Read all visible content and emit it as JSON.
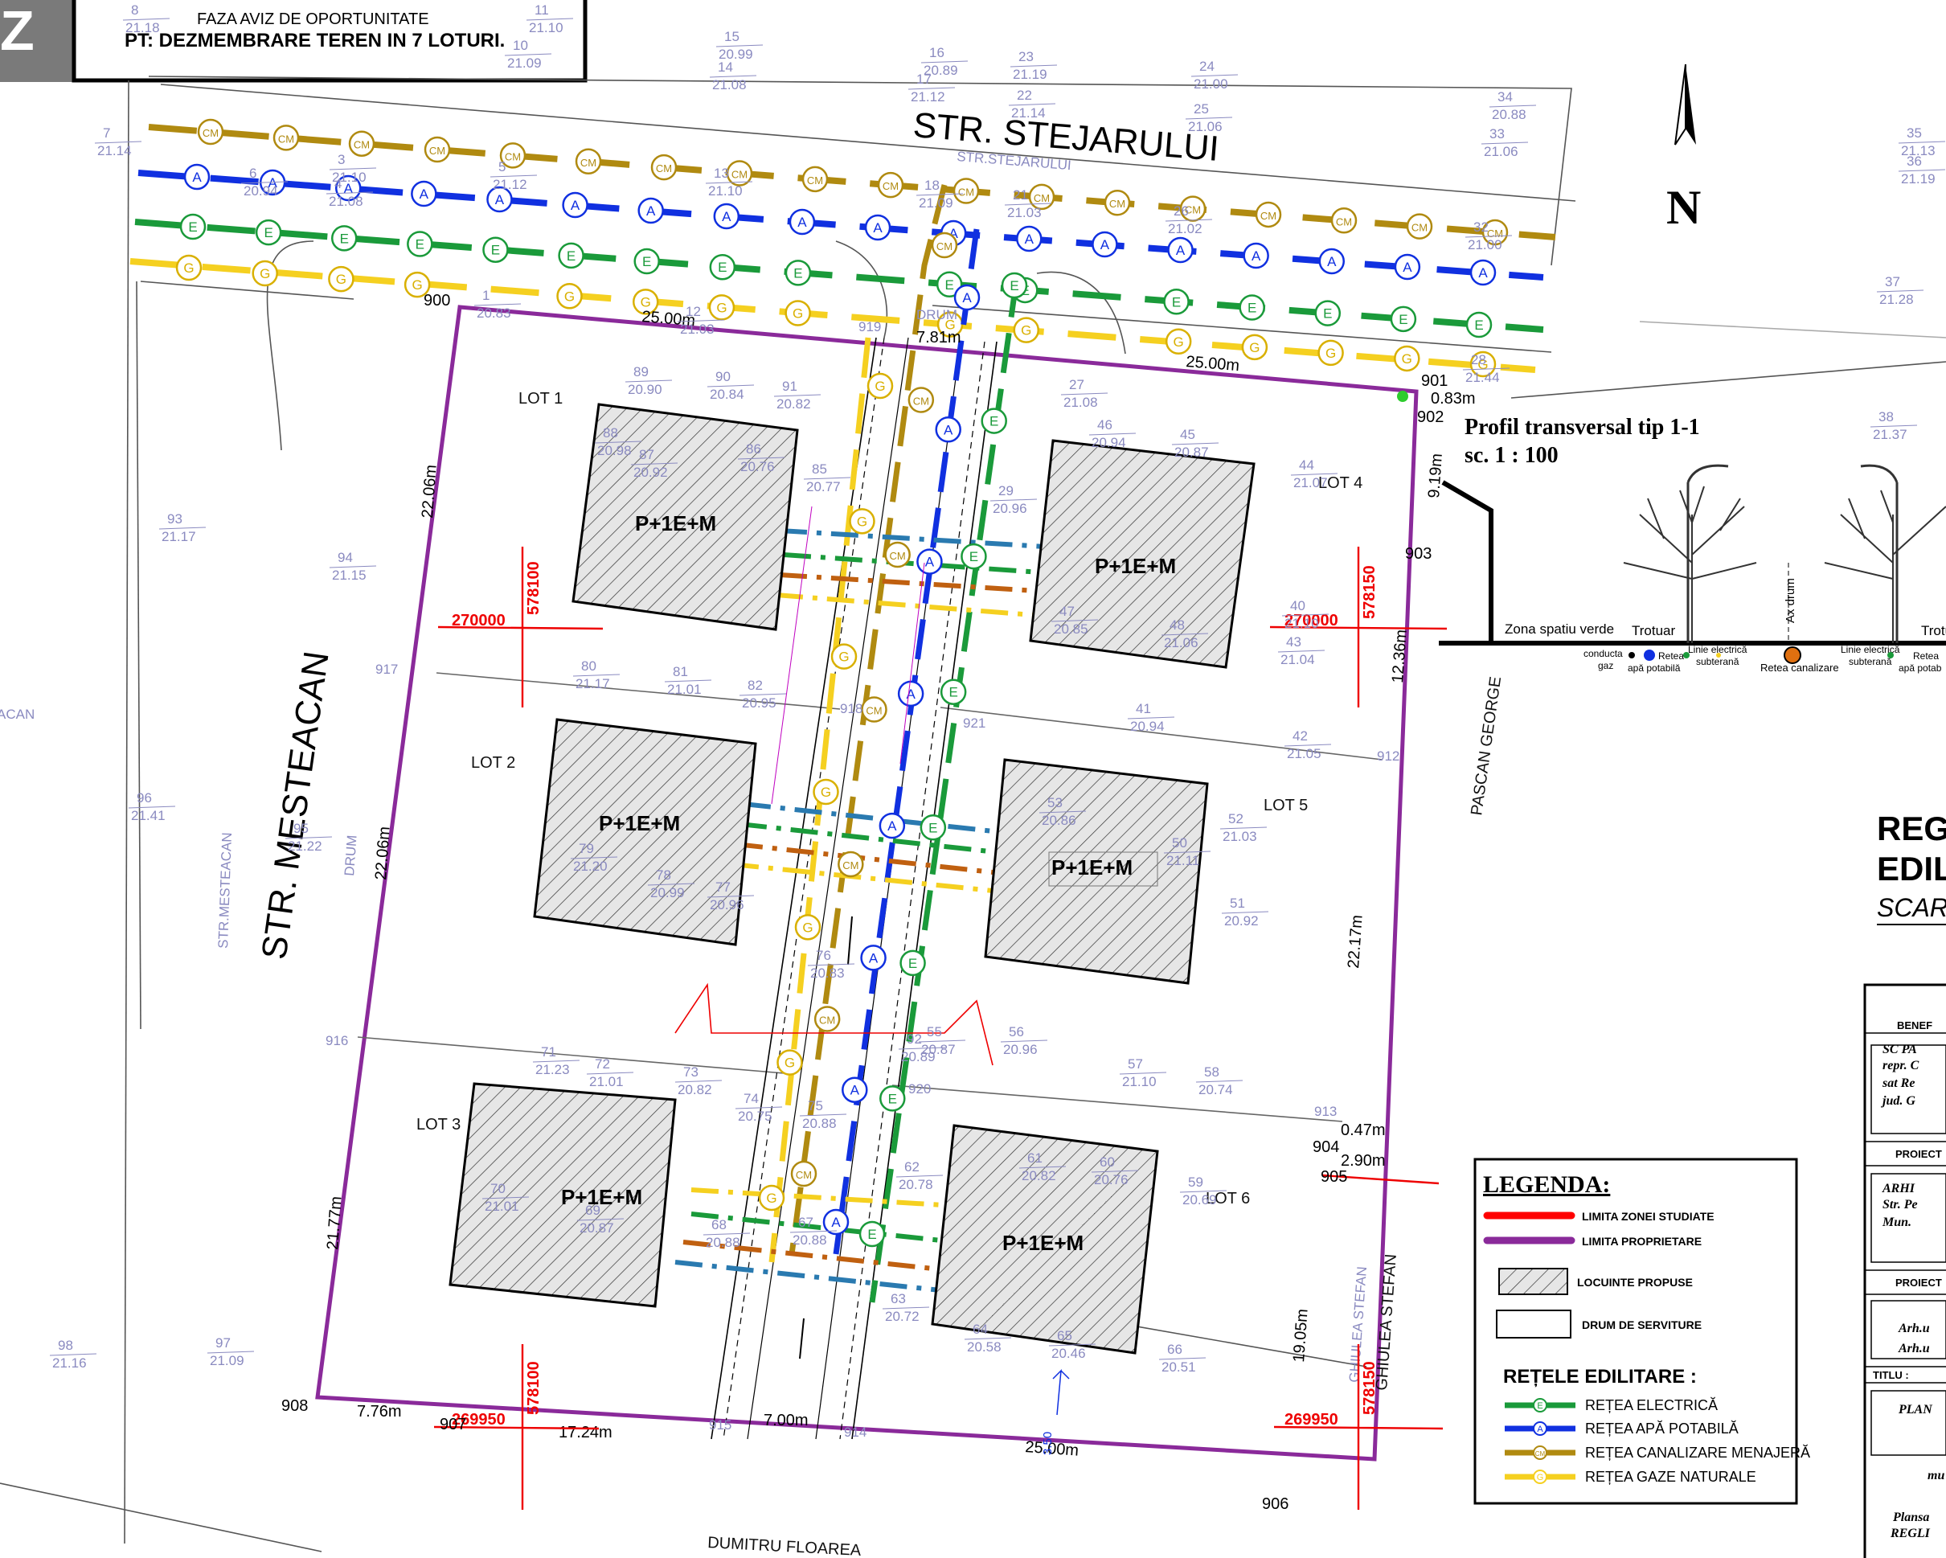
{
  "header": {
    "badge": "Z",
    "phase": "FAZA AVIZ DE OPORTUNITATE",
    "project": "PT: DEZMEMBRARE TEREN IN 7 LOTURI."
  },
  "streets": {
    "stejarului": "STR. STEJARULUI",
    "stejarului_small": "STR.STEJARULUI",
    "mesteacan": "STR. MESTEACAN",
    "mesteacan_small": "STR.MESTEACAN",
    "drum": "DRUM",
    "acan": "ACAN",
    "dumitru": "DUMITRU FLOAREA",
    "pascan": "PASCAN GEORGE",
    "ghiulea": "GHIULEA STEFAN",
    "ghiulea_small": "GHIULEA STEFAN"
  },
  "north": "N",
  "lots": {
    "lot1": "LOT 1",
    "lot2": "LOT 2",
    "lot3": "LOT 3",
    "lot4": "LOT 4",
    "lot5": "LOT 5",
    "lot6": "LOT 6",
    "building": "P+1E+M"
  },
  "dimensions": {
    "d2500a": "25.00m",
    "d2500b": "25.00m",
    "d2500c": "25.00m",
    "d781": "7.81m",
    "d083": "0.83m",
    "d2206a": "22.06m",
    "d2206b": "22.06m",
    "d2177": "21.77m",
    "d776": "7.76m",
    "d1724": "17.24m",
    "d700": "7.00m",
    "d919": "9.19m",
    "d1236": "12.36m",
    "d2217": "22.17m",
    "d047": "0.47m",
    "d290": "2.90m",
    "d1905": "19.05m",
    "d350": "3.50"
  },
  "coords": {
    "x1": "270000",
    "y1": "578100",
    "x2": "270000",
    "y2": "578150",
    "x3": "269950",
    "y3": "578100",
    "x4": "269950",
    "y4": "578150"
  },
  "points": {
    "p900": "900",
    "p901": "901",
    "p902": "902",
    "p903": "903",
    "p904": "904",
    "p905": "905",
    "p906": "906",
    "p907": "907",
    "p908": "908",
    "p912": "912",
    "p913": "913",
    "p914": "914",
    "p915": "915",
    "p916": "916",
    "p917": "917",
    "p918": "918",
    "p919": "919",
    "p920": "920",
    "p921": "921"
  },
  "profile": {
    "title": "Profil transversal tip 1-1",
    "scale": "sc. 1 : 100",
    "green": "Zona spatiu verde",
    "trotuar1": "Trotuar",
    "trotuar2": "Trotu",
    "ax": "Ax drum",
    "gaz1": "conducta",
    "gaz2": "gaz",
    "apa1": "Retea",
    "apa2": "apă potabilă",
    "elec1": "Linie electrică",
    "elec2": "subterană",
    "canal": "Retea canalizare",
    "elec3": "Linie electrică",
    "elec4": "subterană",
    "apa3": "Retea",
    "apa4": "apă potab"
  },
  "titlebox": {
    "reg": "REG",
    "edil": "EDIL",
    "scar": "SCAR",
    "benef": "BENEF",
    "sc": "SC PA",
    "repr": "repr. C",
    "sat": "sat Re",
    "jud": "jud. G",
    "proiect1": "PROIECT",
    "arhi": "ARHI",
    "str": "Str. Pe",
    "mun": "Mun.",
    "proiect2": "PROIECT",
    "arh1": "Arh.u",
    "arh2": "Arh.u",
    "titlu": "TITLU :",
    "plan": "PLAN",
    "mu": "mu",
    "plansa": "Plansa",
    "regl": "REGLI"
  },
  "legend": {
    "title": "LEGENDA:",
    "l1": "LIMITA ZONEI STUDIATE",
    "l2": "LIMITA PROPRIETARE",
    "l3": "LOCUINTE PROPUSE",
    "l4": "DRUM DE SERVITURE",
    "sub": "REȚELE EDILITARE :",
    "r1": "REȚEA ELECTRICĂ",
    "r2": "REȚEA APĂ POTABILĂ",
    "r3": "REȚEA CANALIZARE MENAJERĂ",
    "r4": "REȚEA GAZE NATURALE",
    "s_e": "E",
    "s_a": "A",
    "s_cm": "CM",
    "s_g": "G"
  },
  "colors": {
    "electric": "#1a9a3a",
    "water": "#1030e0",
    "sewer": "#b08a10",
    "gas": "#f5d020",
    "property": "#8a2a9a",
    "studied": "#ff0000",
    "survey": "#8a8ac0",
    "orange": "#c06010",
    "cyan": "#2a7ab0"
  },
  "survey_points": [
    {
      "n": "7",
      "v": "21.14"
    },
    {
      "n": "6",
      "v": "20.94"
    },
    {
      "n": "3",
      "v": "21.10"
    },
    {
      "n": "4",
      "v": "21.08"
    },
    {
      "n": "5",
      "v": "21.12"
    },
    {
      "n": "13",
      "v": "21.10"
    },
    {
      "n": "18",
      "v": "21.09"
    },
    {
      "n": "21",
      "v": "21.03"
    },
    {
      "n": "26",
      "v": "21.02"
    },
    {
      "n": "32",
      "v": "21.00"
    },
    {
      "n": "34",
      "v": "20.88"
    },
    {
      "n": "33",
      "v": "21.06"
    },
    {
      "n": "35",
      "v": "21.13"
    },
    {
      "n": "36",
      "v": "21.19"
    },
    {
      "n": "37",
      "v": "21.28"
    },
    {
      "n": "38",
      "v": "21.37"
    },
    {
      "n": "8",
      "v": "21.18"
    },
    {
      "n": "11",
      "v": "21.10"
    },
    {
      "n": "10",
      "v": "21.09"
    },
    {
      "n": "15",
      "v": "20.99"
    },
    {
      "n": "14",
      "v": "21.08"
    },
    {
      "n": "16",
      "v": "20.89"
    },
    {
      "n": "23",
      "v": "21.19"
    },
    {
      "n": "17",
      "v": "21.12"
    },
    {
      "n": "22",
      "v": "21.14"
    },
    {
      "n": "24",
      "v": "21.00"
    },
    {
      "n": "25",
      "v": "21.06"
    },
    {
      "n": "1",
      "v": "20.83"
    },
    {
      "n": "12",
      "v": "21.03"
    },
    {
      "n": "27",
      "v": "21.08"
    },
    {
      "n": "28",
      "v": "21.44"
    },
    {
      "n": "89",
      "v": "20.90"
    },
    {
      "n": "90",
      "v": "20.84"
    },
    {
      "n": "91",
      "v": "20.82"
    },
    {
      "n": "88",
      "v": "20.98"
    },
    {
      "n": "87",
      "v": "20.92"
    },
    {
      "n": "86",
      "v": "20.76"
    },
    {
      "n": "85",
      "v": "20.77"
    },
    {
      "n": "46",
      "v": "20.94"
    },
    {
      "n": "45",
      "v": "20.87"
    },
    {
      "n": "44",
      "v": "21.07"
    },
    {
      "n": "29",
      "v": "20.96"
    },
    {
      "n": "47",
      "v": "20.85"
    },
    {
      "n": "48",
      "v": "21.06"
    },
    {
      "n": "43",
      "v": "21.04"
    },
    {
      "n": "40",
      "v": "21.10"
    },
    {
      "n": "93",
      "v": "21.17"
    },
    {
      "n": "94",
      "v": "21.15"
    },
    {
      "n": "80",
      "v": "21.17"
    },
    {
      "n": "81",
      "v": "21.01"
    },
    {
      "n": "82",
      "v": "20.95"
    },
    {
      "n": "41",
      "v": "20.94"
    },
    {
      "n": "42",
      "v": "21.05"
    },
    {
      "n": "96",
      "v": "21.41"
    },
    {
      "n": "95",
      "v": "21.22"
    },
    {
      "n": "79",
      "v": "21.20"
    },
    {
      "n": "78",
      "v": "20.99"
    },
    {
      "n": "77",
      "v": "20.96"
    },
    {
      "n": "53",
      "v": "20.86"
    },
    {
      "n": "52",
      "v": "21.03"
    },
    {
      "n": "50",
      "v": "21.11"
    },
    {
      "n": "51",
      "v": "20.92"
    },
    {
      "n": "76",
      "v": "20.83"
    },
    {
      "n": "55",
      "v": "20.87"
    },
    {
      "n": "56",
      "v": "20.96"
    },
    {
      "n": "71",
      "v": "21.23"
    },
    {
      "n": "72",
      "v": "21.01"
    },
    {
      "n": "73",
      "v": "20.82"
    },
    {
      "n": "57",
      "v": "21.10"
    },
    {
      "n": "58",
      "v": "20.74"
    },
    {
      "n": "74",
      "v": "20.75"
    },
    {
      "n": "75",
      "v": "20.88"
    },
    {
      "n": "62",
      "v": "20.78"
    },
    {
      "n": "61",
      "v": "20.82"
    },
    {
      "n": "60",
      "v": "20.76"
    },
    {
      "n": "59",
      "v": "20.69"
    },
    {
      "n": "70",
      "v": "21.01"
    },
    {
      "n": "69",
      "v": "20.87"
    },
    {
      "n": "68",
      "v": "20.88"
    },
    {
      "n": "67",
      "v": "20.88"
    },
    {
      "n": "63",
      "v": "20.72"
    },
    {
      "n": "64",
      "v": "20.58"
    },
    {
      "n": "65",
      "v": "20.46"
    },
    {
      "n": "66",
      "v": "20.51"
    },
    {
      "n": "98",
      "v": "21.16"
    },
    {
      "n": "97",
      "v": "21.09"
    },
    {
      "n": "92",
      "v": "20.89"
    }
  ]
}
